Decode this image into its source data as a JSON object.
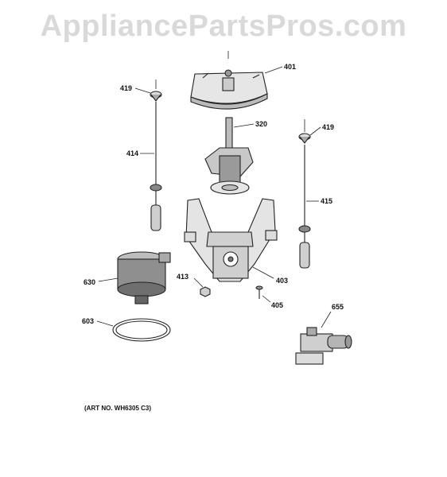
{
  "watermark": "AppliancePartsPros.com",
  "art_number": "(ART NO. WH6305 C3)",
  "parts": [
    {
      "label": "401",
      "icon": "agitator-cover-icon"
    },
    {
      "label": "419",
      "icon": "suspension-cap-icon"
    },
    {
      "label": "320",
      "icon": "transmission-icon"
    },
    {
      "label": "419",
      "icon": "suspension-cap-icon"
    },
    {
      "label": "414",
      "icon": "suspension-rod-icon"
    },
    {
      "label": "415",
      "icon": "suspension-rod-icon"
    },
    {
      "label": "630",
      "icon": "motor-icon"
    },
    {
      "label": "413",
      "icon": "nut-icon"
    },
    {
      "label": "403",
      "icon": "support-platform-icon"
    },
    {
      "label": "405",
      "icon": "screw-icon"
    },
    {
      "label": "655",
      "icon": "water-valve-icon"
    },
    {
      "label": "603",
      "icon": "drive-belt-icon"
    }
  ],
  "colors": {
    "ink": "#222222",
    "watermark": "#d9d9d9",
    "part_fill": "#e6e6e6",
    "part_dark": "#555555"
  }
}
